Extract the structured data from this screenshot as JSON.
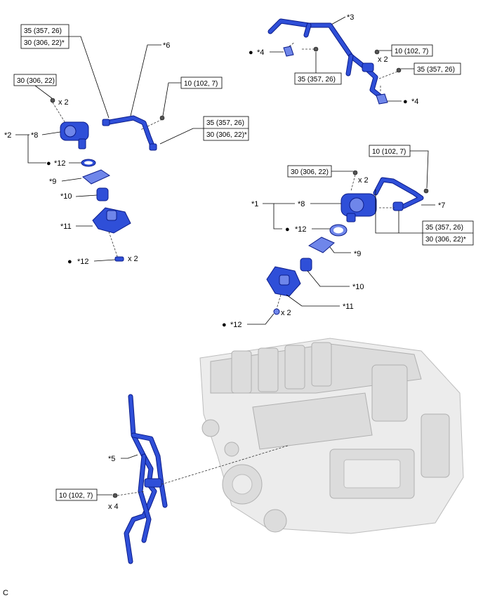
{
  "labels": {
    "l1": "*1",
    "l2": "*2",
    "l3": "*3",
    "l4a": "*4",
    "l4b": "*4",
    "l5": "*5",
    "l6": "*6",
    "l7": "*7",
    "l8a": "*8",
    "l8b": "*8",
    "l9a": "*9",
    "l9b": "*9",
    "l10a": "*10",
    "l10b": "*10",
    "l11a": "*11",
    "l11b": "*11",
    "l12a": "*12",
    "l12b": "*12",
    "l12c": "*12",
    "l12d": "*12"
  },
  "counts": {
    "c1": "x 2",
    "c2": "x 2",
    "c3": "x 2",
    "c4": "x 2",
    "c5": "x 2",
    "c6": "x 4"
  },
  "torque": {
    "t1a": "35 (357, 26)",
    "t1b": "30 (306, 22)*",
    "t2": "30 (306, 22)",
    "t3": "10 (102, 7)",
    "t4a": "35 (357, 26)",
    "t4b": "30 (306, 22)*",
    "t5": "10 (102, 7)",
    "t6": "35 (357, 26)",
    "t7": "35 (357, 26)",
    "t8": "10 (102, 7)",
    "t9": "30 (306, 22)",
    "t10a": "35 (357, 26)",
    "t10b": "30 (306, 22)*",
    "t11": "10 (102, 7)"
  },
  "bullets": {
    "b": "●"
  },
  "footer": {
    "code": "C"
  },
  "colors": {
    "part": "#2f4fd8",
    "part_dark": "#0b1c8a"
  }
}
